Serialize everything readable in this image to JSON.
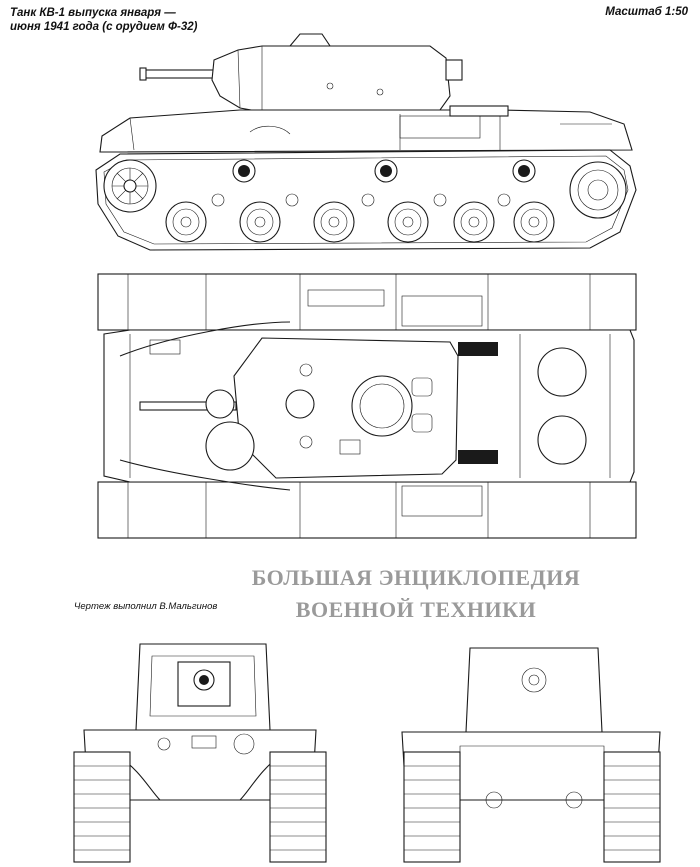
{
  "header": {
    "title_line1": "Танк КВ-1 выпуска января —",
    "title_line2": "июня 1941 года (с орудием Ф-32)",
    "scale": "Масштаб 1:50"
  },
  "credit": "Чертеж выполнил В.Мальгинов",
  "watermark": {
    "line1": "БОЛЬШАЯ ЭНЦИКЛОПЕДИЯ",
    "line2": "ВОЕННОЙ ТЕХНИКИ"
  },
  "views": {
    "side": "side-view",
    "top": "top-view",
    "front": "front-view",
    "rear": "rear-view"
  }
}
